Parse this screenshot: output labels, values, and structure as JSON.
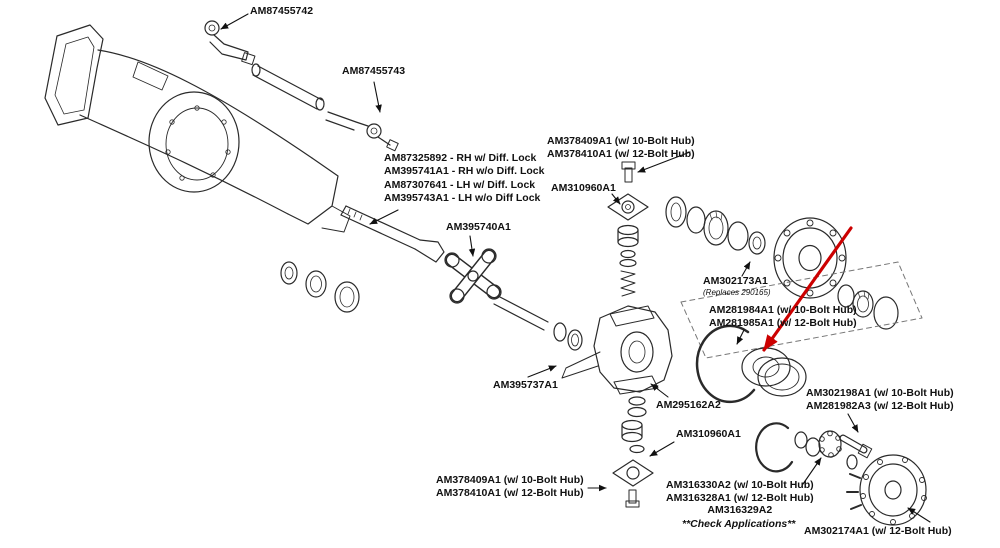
{
  "page": {
    "background": "#ffffff"
  },
  "diagram": {
    "type": "exploded-parts-diagram",
    "subject": "Front axle assembly exploded view with part numbers",
    "colors": {
      "line": "#2a2a2a",
      "label_text": "#111111",
      "pointer_arrow": "#cc0000",
      "dashed_box": "#777777"
    },
    "labels": {
      "tie_rod_end_top": {
        "lines": [
          "AM87455742"
        ]
      },
      "tie_rod": {
        "lines": [
          "AM87455743"
        ]
      },
      "steering_arm_options": {
        "lines": [
          "AM87325892 - RH w/ Diff. Lock",
          "AM395741A1 - RH w/o Diff. Lock",
          "AM87307641 - LH w/ Diff. Lock",
          "AM395743A1 - LH w/o Diff Lock"
        ]
      },
      "u_joint": {
        "lines": [
          "AM395740A1"
        ]
      },
      "upper_kingpin_options": {
        "lines": [
          "AM378409A1 (w/ 10-Bolt Hub)",
          "AM378410A1 (w/ 12-Bolt Hub)"
        ]
      },
      "upper_kingpin_cap": {
        "lines": [
          "AM310960A1"
        ]
      },
      "seal": {
        "lines": [
          "AM302173A1"
        ],
        "note": "(Replaces 290165)"
      },
      "bearing_options": {
        "lines": [
          "AM281984A1 (w/ 10-Bolt Hub)",
          "AM281985A1 (w/ 12-Bolt Hub)"
        ]
      },
      "knuckle": {
        "lines": [
          "AM395737A1"
        ]
      },
      "spindle": {
        "lines": [
          "AM295162A2"
        ]
      },
      "lower_kingpin_cap": {
        "lines": [
          "AM310960A1"
        ]
      },
      "axle_shaft_options": {
        "lines": [
          "AM302198A1 (w/ 10-Bolt Hub)",
          "AM281982A3 (w/ 12-Bolt Hub)"
        ]
      },
      "lower_kingpin_options": {
        "lines": [
          "AM378409A1 (w/ 10-Bolt Hub)",
          "AM378410A1 (w/ 12-Bolt Hub)"
        ]
      },
      "hub_bearing_options": {
        "lines": [
          "AM316330A2 (w/ 10-Bolt Hub)",
          "AM316328A1 (w/ 12-Bolt Hub)",
          "AM316329A2"
        ]
      },
      "check_applications_note": {
        "lines": [
          "**Check Applications**"
        ]
      },
      "hub_12bolt": {
        "lines": [
          "AM302174A1 (w/ 12-Bolt Hub)"
        ]
      }
    }
  }
}
